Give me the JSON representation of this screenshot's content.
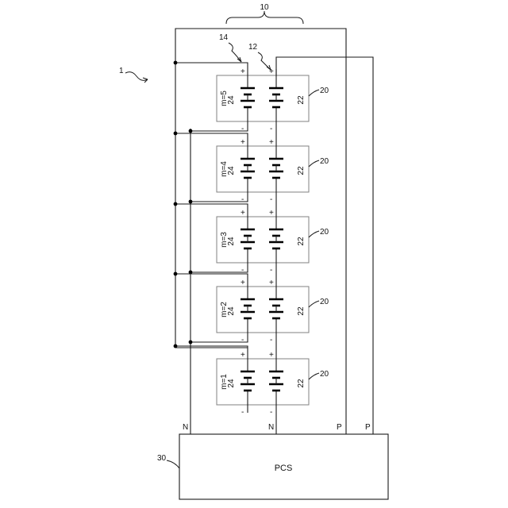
{
  "system_label": "1",
  "group_label": "10",
  "string_labels": {
    "left": "14",
    "right": "12"
  },
  "pcs": {
    "label": "PCS",
    "ref": "30"
  },
  "terminals": {
    "n1": "N",
    "n2": "N",
    "p1": "P",
    "p2": "P"
  },
  "modules": [
    {
      "m_label": "m=5",
      "cell_left": "24",
      "cell_right": "22",
      "ref": "20",
      "plus": "+",
      "minus": "-"
    },
    {
      "m_label": "m=4",
      "cell_left": "24",
      "cell_right": "22",
      "ref": "20",
      "plus": "+",
      "minus": "-"
    },
    {
      "m_label": "m=3",
      "cell_left": "24",
      "cell_right": "22",
      "ref": "20",
      "plus": "+",
      "minus": "-"
    },
    {
      "m_label": "m=2",
      "cell_left": "24",
      "cell_right": "22",
      "ref": "20",
      "plus": "+",
      "minus": "-"
    },
    {
      "m_label": "m=1",
      "cell_left": "24",
      "cell_right": "22",
      "ref": "20",
      "plus": "+",
      "minus": "-"
    }
  ]
}
